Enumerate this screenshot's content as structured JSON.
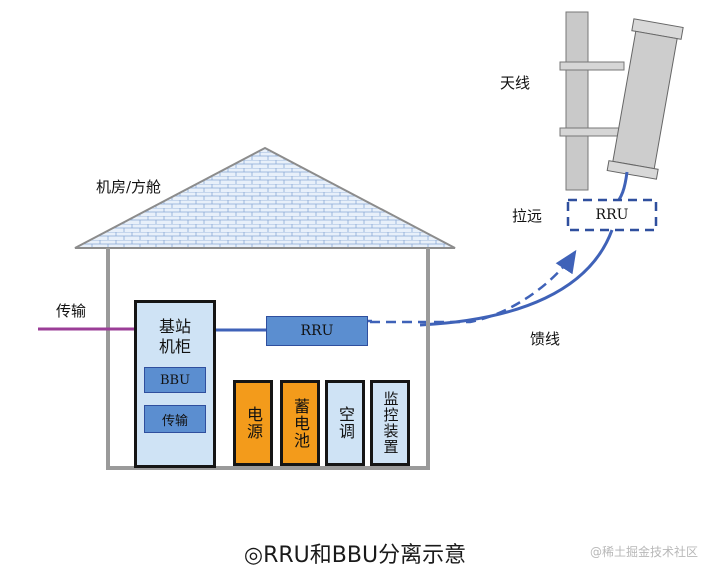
{
  "labels": {
    "antenna": "天线",
    "room": "机房/方舱",
    "pull_remote": "拉远",
    "transmission": "传输",
    "feeder": "馈线"
  },
  "cabinet": {
    "title": "基站\n机柜",
    "bbu": "BBU",
    "transmission": "传输"
  },
  "rru_inside": "RRU",
  "rru_remote": "RRU",
  "modules": {
    "power": "电源",
    "battery": "蓄电池",
    "aircon": "空调",
    "monitor": "监控装置"
  },
  "caption": "◎RRU和BBU分离示意",
  "watermark": "@稀土掘金技术社区",
  "colors": {
    "transmission_line": "#9b3d97",
    "feeder_line": "#3f62b8",
    "rru_fill": "#5b8ed0",
    "cabinet_fill": "#cfe3f5",
    "module_orange": "#f39b1b",
    "roof_fill": "#dfe9f6",
    "house_wall": "#9a9a9a"
  }
}
